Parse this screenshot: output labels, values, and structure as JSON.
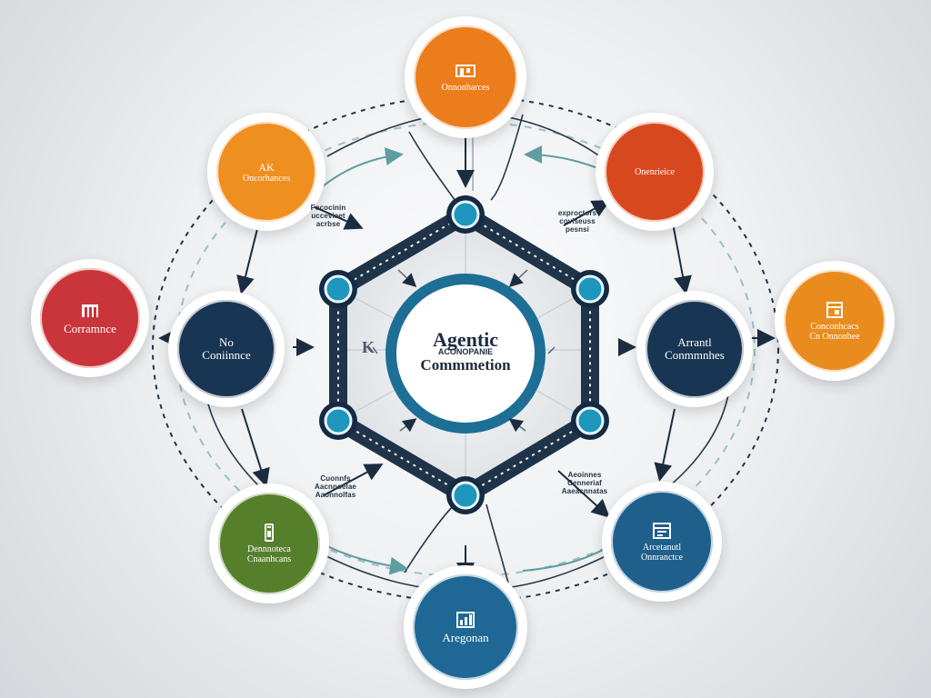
{
  "diagram": {
    "center": {
      "title": "Agentic",
      "subtitle": "ACONOPANIE",
      "main": "Commmetion"
    },
    "marks": {
      "left_k": "K"
    },
    "nodes": [
      {
        "id": "top",
        "label": "Onnonharces",
        "color": "#ec7d1c",
        "icon": "building-icon"
      },
      {
        "id": "upper-left",
        "label_top": "AK",
        "label": "Oncorhances",
        "color": "#ef8f1f",
        "icon": ""
      },
      {
        "id": "upper-right",
        "label": "Onenrieice",
        "color": "#d8481f",
        "icon": ""
      },
      {
        "id": "left",
        "label": "Corramnce",
        "color": "#c9353a",
        "icon": "store-icon"
      },
      {
        "id": "inner-left",
        "label_top": "No",
        "label": "Coniinnce",
        "color": "#183553",
        "icon": ""
      },
      {
        "id": "inner-right",
        "label_top": "Arrantl",
        "label": "Conmmnhes",
        "color": "#183553",
        "icon": ""
      },
      {
        "id": "right",
        "label": "Conconhcacs",
        "label_bottom": "Cn Onnonbee",
        "color": "#ea8c1d",
        "icon": "calendar-icon"
      },
      {
        "id": "lower-left",
        "label": "Dennnoteca",
        "label_bottom": "Cnaanhcans",
        "color": "#567f2c",
        "icon": "phone-icon"
      },
      {
        "id": "lower-right",
        "label": "Arcetanutl",
        "label_bottom": "Onnranctce",
        "color": "#1f5f8c",
        "icon": "server-icon"
      },
      {
        "id": "bottom",
        "label": "Aregonan",
        "color": "#1f6794",
        "icon": "chart-icon"
      }
    ],
    "annotations": {
      "upper_left": [
        "Fococinin",
        "ucceviaet",
        "acrbse"
      ],
      "upper_right": [
        "exproctors",
        "coviseuss",
        "pesnsi"
      ],
      "lower_left": [
        "Cuonnfs",
        "Aacnnoelae",
        "Aaonnolfas"
      ],
      "lower_right": [
        "Aeoinnes",
        "Cenneriaf",
        "Aaeacnnatas"
      ]
    }
  }
}
